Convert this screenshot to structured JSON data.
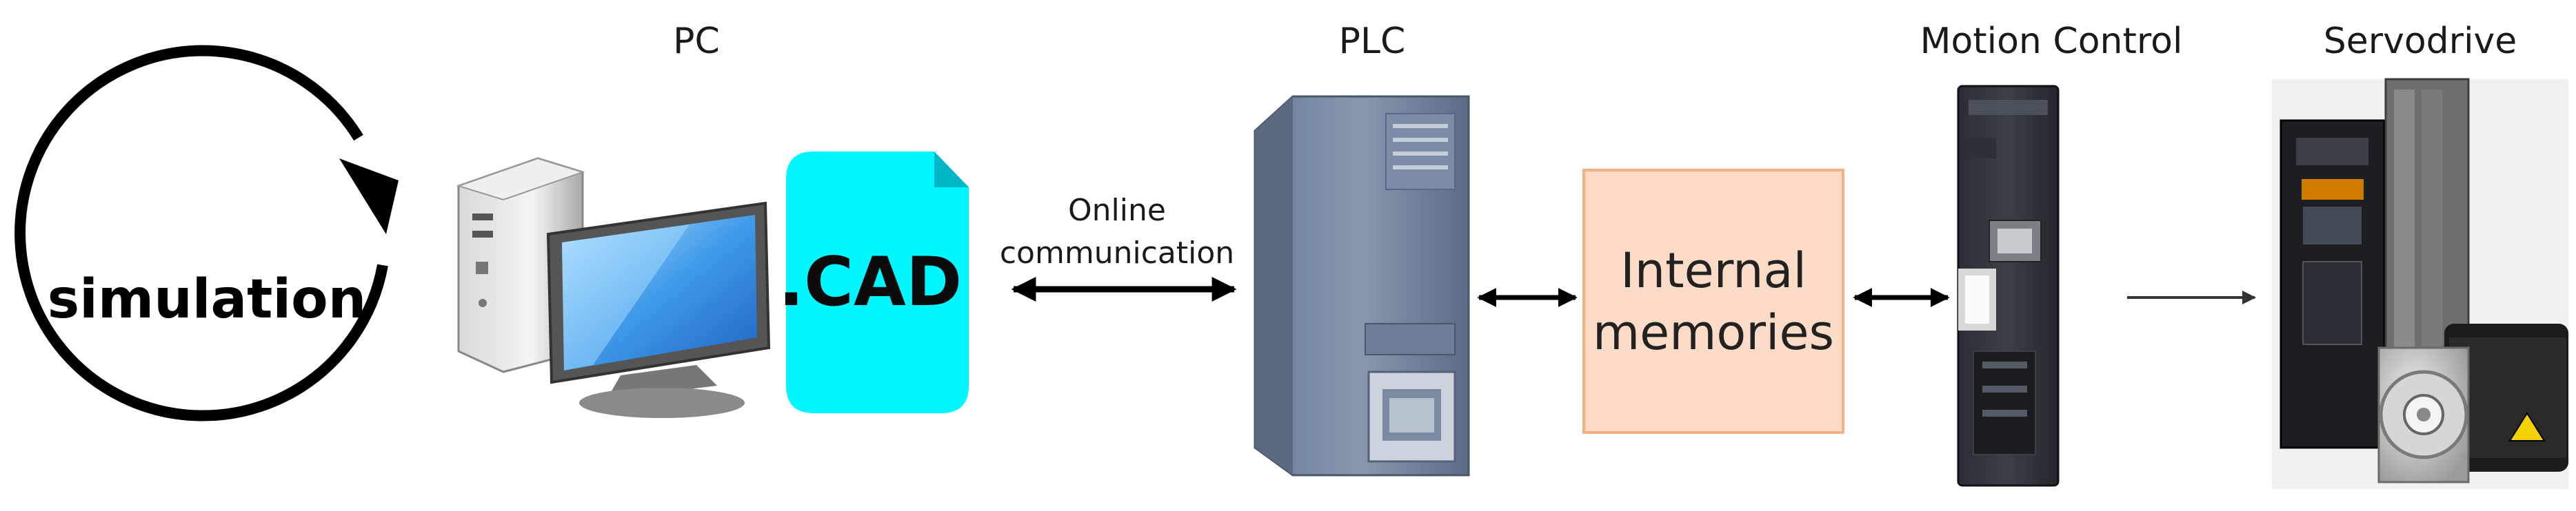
{
  "labels": {
    "pc": "PC",
    "plc": "PLC",
    "motion_control": "Motion Control",
    "servodrive": "Servodrive"
  },
  "simulation": {
    "text": "simulation"
  },
  "cad_file": {
    "text": ".CAD",
    "color": "#00f7ff"
  },
  "online_communication": {
    "line1": "Online",
    "line2": "communication"
  },
  "internal_memories": {
    "line1": "Internal",
    "line2": "memories",
    "fill": "#fcdcc6",
    "border": "#f4b083"
  },
  "icons": [
    "cycle-arrow-icon",
    "desktop-computer-icon",
    "cad-file-icon",
    "plc-unit-icon",
    "motion-controller-icon",
    "servodrive-motor-icon"
  ]
}
